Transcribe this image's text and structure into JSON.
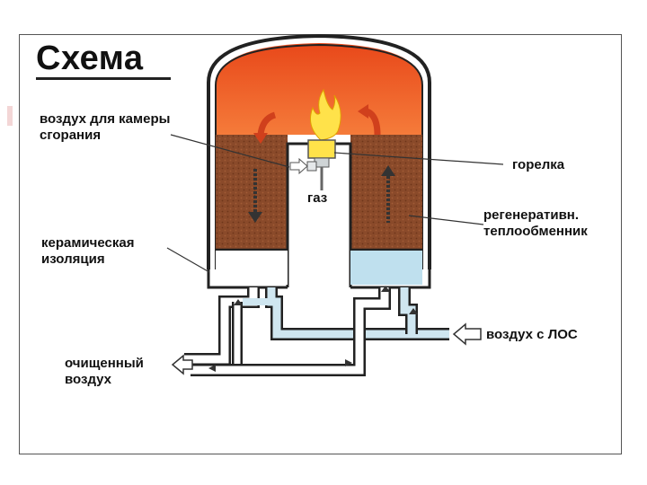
{
  "title": "Схема",
  "labels": {
    "combustion_air": "воздух для камеры\nсгорания",
    "burner": "горелка",
    "gas": "газ",
    "regenerative": "регенеративн.\nтеплообменник",
    "ceramic": "керамическая\nизоляция",
    "air_in": "воздух с ЛОС",
    "clean_air": "очищенный\nвоздух"
  },
  "colors": {
    "combustion_chamber": "#ef5a1e",
    "heat_exchanger": "#8a4a2a",
    "clean_air_chamber": "#bfe0ee",
    "pipe": "#cfe6f0",
    "flame": "#ffe24a"
  }
}
